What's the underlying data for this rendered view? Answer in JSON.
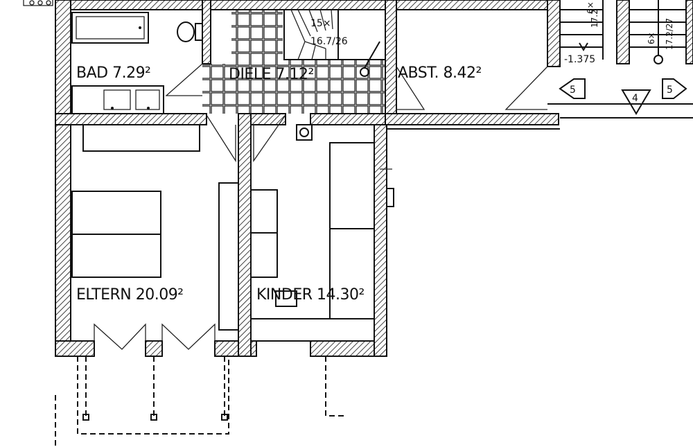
{
  "rooms": {
    "bad": "BAD 7.29²",
    "diele": "DIELE 7.12²",
    "abst": "ABST. 8.42²",
    "eltern": "ELTERN 20.09²",
    "kinder": "KINDER 14.30²"
  },
  "stair": {
    "steps": "15×",
    "ratio": "16.7/26"
  },
  "level": {
    "value": "-1.375"
  },
  "markers": {
    "left": "5",
    "mid": "4",
    "right": "5"
  },
  "right_stair": {
    "steps_a": "6×",
    "ratio_a": "17.2",
    "steps_b": "6×",
    "ratio_b": "17.2/27"
  }
}
